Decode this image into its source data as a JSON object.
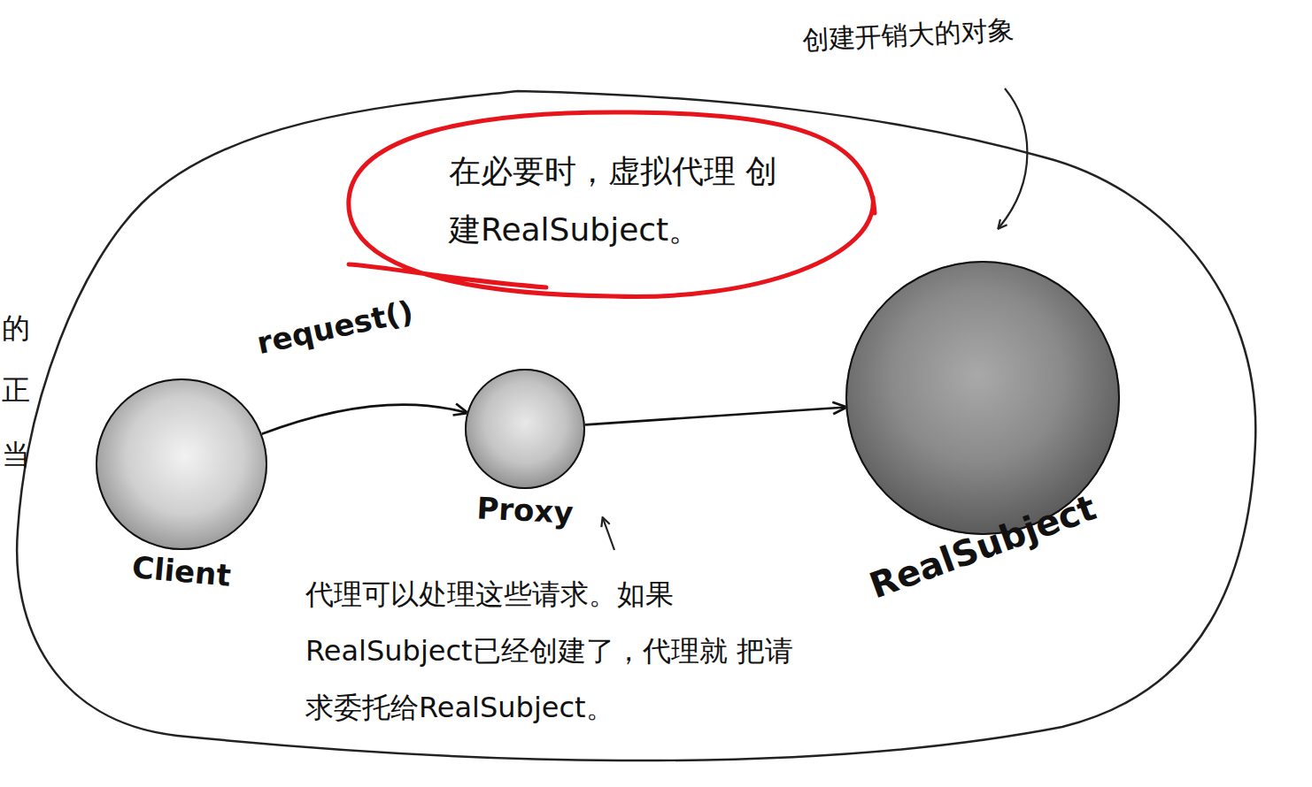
{
  "diagram": {
    "nodes": [
      {
        "text": [
          "在必要时，虚拟代理 创建RealSubject。"
        ]
      },
      {
        "text": [
          "Client"
        ]
      },
      {
        "text": [
          "Proxy"
        ]
      },
      {
        "text": [
          "RealSubject"
        ]
      }
    ],
    "edges": [
      {
        "from": 1,
        "to": 2,
        "arrow": "to",
        "label": "request()"
      },
      {
        "from": 2,
        "to": 3,
        "arrow": "to"
      }
    ],
    "labels": [
      "创建开销大的对象",
      "代理可以处理这些请求。如果 RealSubject已经创建了，代理就 把请求委托给RealSubject。",
      "的",
      "正",
      "当"
    ]
  }
}
